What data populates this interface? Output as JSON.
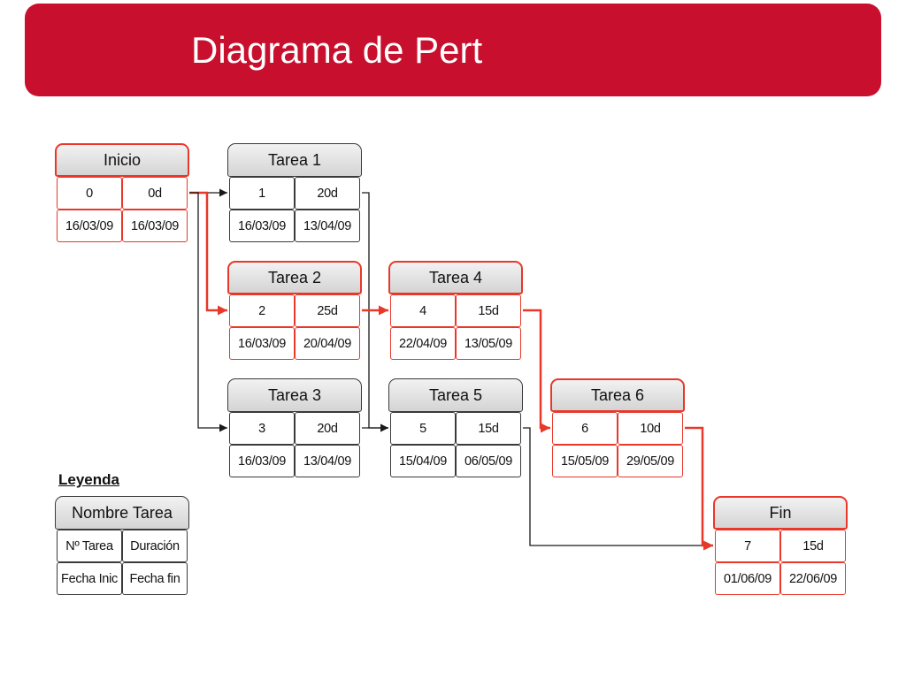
{
  "title": "Diagrama de Pert",
  "colors": {
    "banner": "#c8102e",
    "critical": "#e8382a",
    "normal": "#1a1a1a"
  },
  "nodes": {
    "inicio": {
      "name": "Inicio",
      "num": "0",
      "dur": "0d",
      "start": "16/03/09",
      "end": "16/03/09",
      "critical": true
    },
    "tarea1": {
      "name": "Tarea 1",
      "num": "1",
      "dur": "20d",
      "start": "16/03/09",
      "end": "13/04/09",
      "critical": false
    },
    "tarea2": {
      "name": "Tarea 2",
      "num": "2",
      "dur": "25d",
      "start": "16/03/09",
      "end": "20/04/09",
      "critical": true
    },
    "tarea3": {
      "name": "Tarea 3",
      "num": "3",
      "dur": "20d",
      "start": "16/03/09",
      "end": "13/04/09",
      "critical": false
    },
    "tarea4": {
      "name": "Tarea 4",
      "num": "4",
      "dur": "15d",
      "start": "22/04/09",
      "end": "13/05/09",
      "critical": true
    },
    "tarea5": {
      "name": "Tarea 5",
      "num": "5",
      "dur": "15d",
      "start": "15/04/09",
      "end": "06/05/09",
      "critical": false
    },
    "tarea6": {
      "name": "Tarea 6",
      "num": "6",
      "dur": "10d",
      "start": "15/05/09",
      "end": "29/05/09",
      "critical": true
    },
    "fin": {
      "name": "Fin",
      "num": "7",
      "dur": "15d",
      "start": "01/06/09",
      "end": "22/06/09",
      "critical": true
    }
  },
  "links": [
    {
      "from": "inicio",
      "to": "tarea1",
      "critical": false
    },
    {
      "from": "inicio",
      "to": "tarea2",
      "critical": true
    },
    {
      "from": "inicio",
      "to": "tarea3",
      "critical": false
    },
    {
      "from": "tarea1",
      "to": "tarea5",
      "critical": false
    },
    {
      "from": "tarea2",
      "to": "tarea4",
      "critical": true
    },
    {
      "from": "tarea3",
      "to": "tarea5",
      "critical": false
    },
    {
      "from": "tarea4",
      "to": "tarea6",
      "critical": true
    },
    {
      "from": "tarea5",
      "to": "fin",
      "critical": false
    },
    {
      "from": "tarea6",
      "to": "fin",
      "critical": true
    }
  ],
  "legend": {
    "title": "Leyenda",
    "name": "Nombre Tarea",
    "num": "Nº Tarea",
    "dur": "Duración",
    "start": "Fecha Inic",
    "end": "Fecha fin"
  }
}
